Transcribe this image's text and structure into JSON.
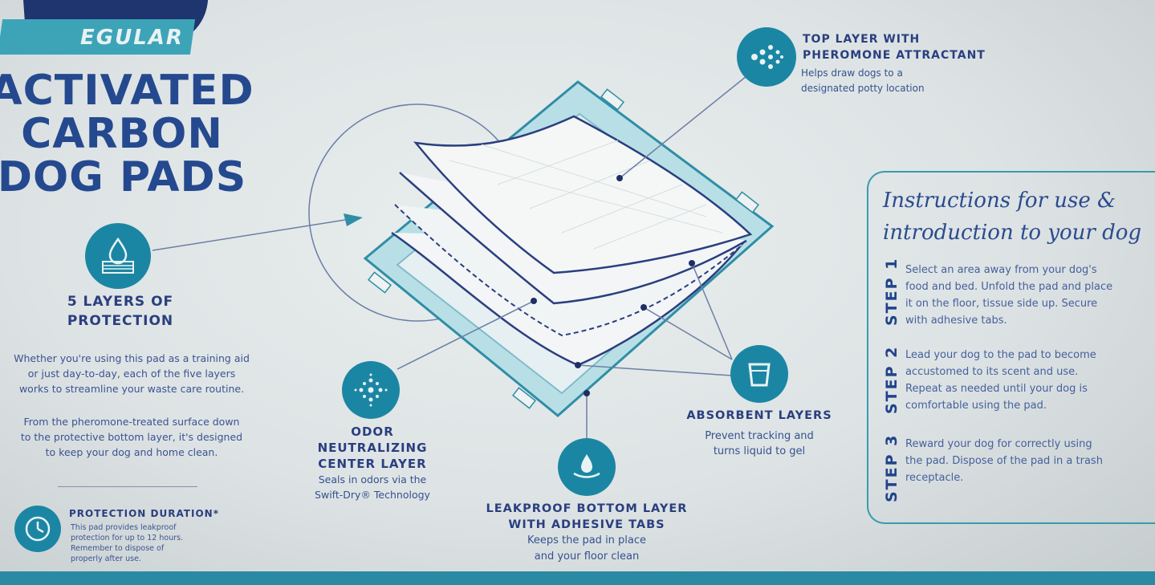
{
  "badge": {
    "text": "EGULAR"
  },
  "title": {
    "line1": "ACTIVATED",
    "line2": "CARBON",
    "line3": "DOG PADS"
  },
  "colors": {
    "navy": "#25498f",
    "teal": "#1b86a3",
    "light_teal": "#3da4b8",
    "background": "#e4e9ea"
  },
  "five_layers": {
    "icon": "water-drop-icon",
    "heading_line1": "5 LAYERS OF",
    "heading_line2": "PROTECTION",
    "para1": [
      "Whether you're using this pad as a training aid",
      "or just day-to-day, each of the five layers",
      "works to streamline your waste care routine."
    ],
    "para2": [
      "From the pheromone-treated surface down",
      "to the protective bottom layer, it's designed",
      "to keep your dog and home clean."
    ]
  },
  "protection_duration": {
    "icon": "clock-icon",
    "heading": "PROTECTION DURATION*",
    "lines": [
      "This pad provides leakproof",
      "protection for up to 12 hours.",
      "Remember to dispose of",
      "properly after use."
    ]
  },
  "top_layer": {
    "icon": "dots-icon",
    "heading_line1": "TOP LAYER WITH",
    "heading_line2": "PHEROMONE ATTRACTANT",
    "desc_line1": "Helps draw dogs to a",
    "desc_line2": "designated potty location"
  },
  "odor_layer": {
    "icon": "sparkle-icon",
    "heading_line1": "ODOR",
    "heading_line2": "NEUTRALIZING",
    "heading_line3": "CENTER LAYER",
    "desc_line1": "Seals in odors via the",
    "desc_line2": "Swift-Dry® Technology"
  },
  "absorbent_layers": {
    "icon": "cup-icon",
    "heading": "ABSORBENT LAYERS",
    "desc_line1": "Prevent tracking and",
    "desc_line2": "turns liquid to gel"
  },
  "bottom_layer": {
    "icon": "drop-on-surface-icon",
    "heading_line1": "LEAKPROOF BOTTOM LAYER",
    "heading_line2": "WITH ADHESIVE TABS",
    "desc_line1": "Keeps the pad in place",
    "desc_line2": "and your floor clean"
  },
  "instructions": {
    "title_line1": "Instructions for use &",
    "title_line2": "introduction to your dog",
    "steps": [
      {
        "label": "STEP 1",
        "lines": [
          "Select an area away from your dog's",
          "food and bed. Unfold the pad and place",
          "it on the floor, tissue side up. Secure",
          "with adhesive tabs."
        ]
      },
      {
        "label": "STEP 2",
        "lines": [
          "Lead your dog to the pad to become",
          "accustomed to its scent and use.",
          "Repeat as needed until your dog is",
          "comfortable using the pad."
        ]
      },
      {
        "label": "STEP 3",
        "lines": [
          "Reward your dog for correctly using",
          "the pad. Dispose of the pad in a trash",
          "receptacle."
        ]
      }
    ]
  }
}
